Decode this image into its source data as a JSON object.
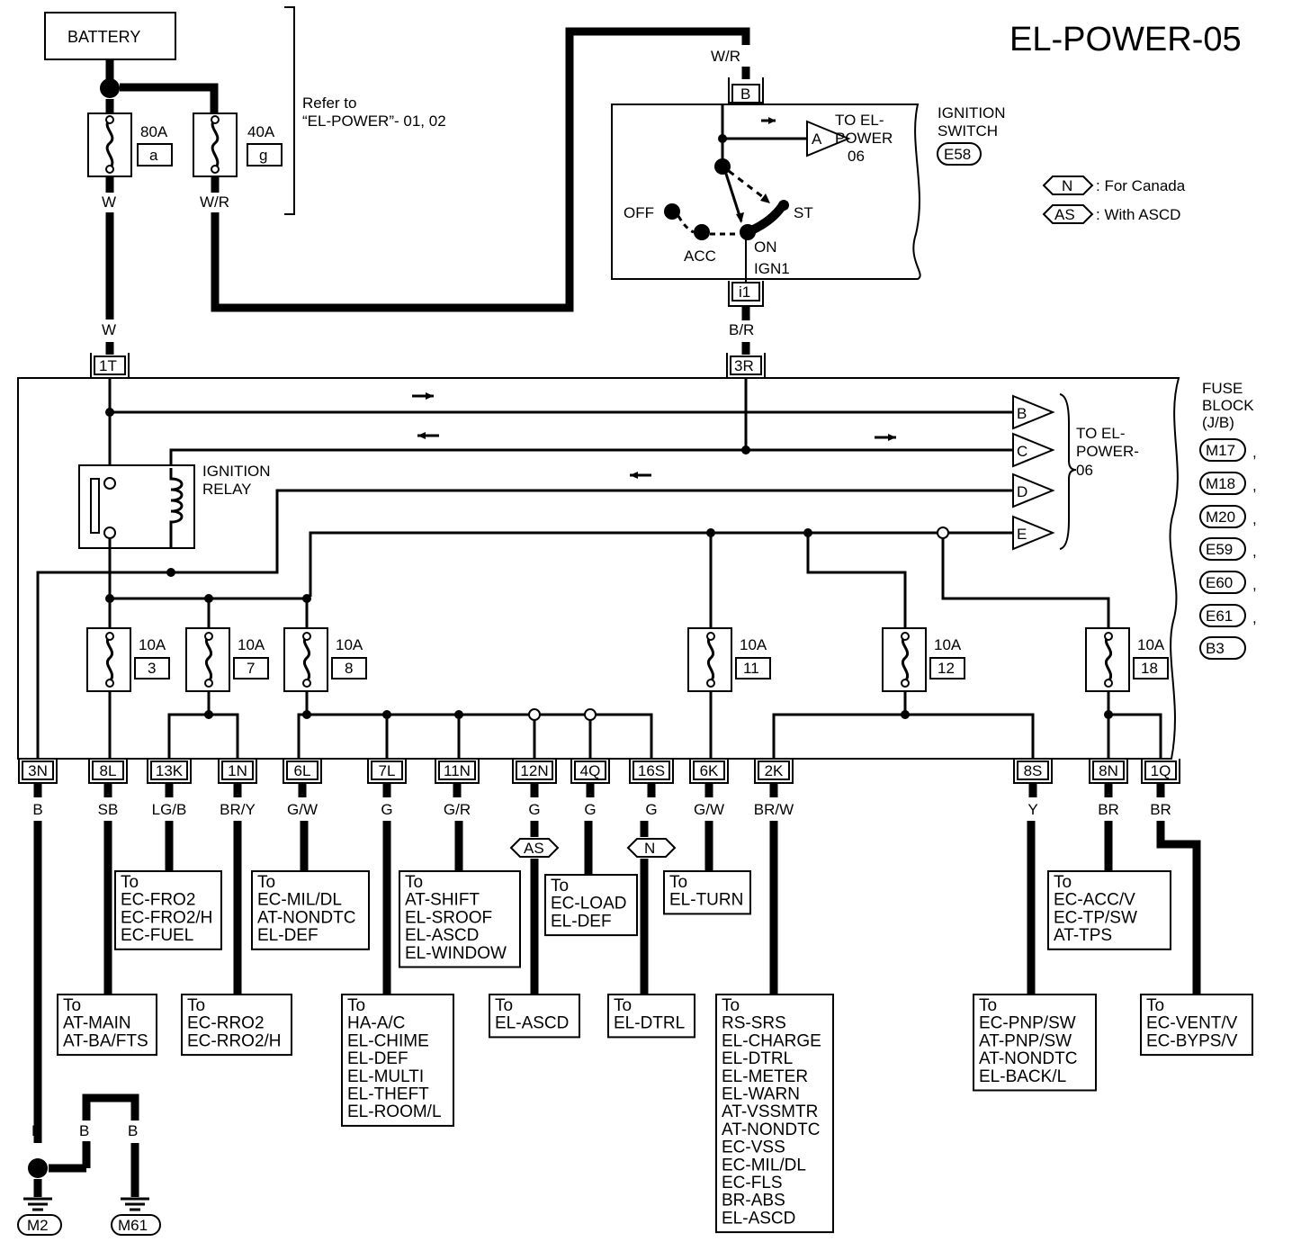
{
  "title": "EL-POWER-05",
  "battery": {
    "label": "BATTERY"
  },
  "fusible_links": [
    {
      "rating": "80A",
      "id": "a"
    },
    {
      "rating": "40A",
      "id": "g"
    }
  ],
  "refer_note": [
    "Refer to",
    "“EL-POWER”- 01, 02"
  ],
  "wire_colors_top": {
    "w1": "W",
    "wr1": "W/R",
    "w2": "W",
    "wr2": "W/R",
    "br": "B/R"
  },
  "ignition_switch": {
    "title": [
      "IGNITION",
      "SWITCH"
    ],
    "connector": "E58",
    "top_terminal": "B",
    "bottom_terminal": "i1",
    "positions": {
      "off": "OFF",
      "acc": "ACC",
      "on": "ON",
      "ign1": "IGN1",
      "st": "ST"
    },
    "to_ref": {
      "label": "A",
      "text": [
        "TO EL-",
        "POWER",
        "06"
      ]
    }
  },
  "legend": [
    {
      "symbol": "N",
      "text": ": For Canada"
    },
    {
      "symbol": "AS",
      "text": ": With ASCD"
    }
  ],
  "fuse_block": {
    "title": [
      "FUSE",
      "BLOCK",
      "(J/B)"
    ],
    "connectors": [
      "M17",
      "M18",
      "M20",
      "E59",
      "E60",
      "E61",
      "B3"
    ],
    "separators": [
      ",",
      ",",
      ",",
      ",",
      ",",
      ","
    ],
    "inputs": [
      "1T",
      "3R"
    ],
    "relay_label": [
      "IGNITION",
      "RELAY"
    ],
    "to_refs": [
      "B",
      "C",
      "D",
      "E"
    ],
    "to_text": [
      "TO EL-",
      "POWER-",
      "06"
    ],
    "fuses": [
      {
        "rating": "10A",
        "num": "3"
      },
      {
        "rating": "10A",
        "num": "7"
      },
      {
        "rating": "10A",
        "num": "8"
      },
      {
        "rating": "10A",
        "num": "11"
      },
      {
        "rating": "10A",
        "num": "12"
      },
      {
        "rating": "10A",
        "num": "18"
      }
    ]
  },
  "bottom_connectors": [
    {
      "id": "3N",
      "wire": "B"
    },
    {
      "id": "8L",
      "wire": "SB"
    },
    {
      "id": "13K",
      "wire": "LG/B"
    },
    {
      "id": "1N",
      "wire": "BR/Y"
    },
    {
      "id": "6L",
      "wire": "G/W"
    },
    {
      "id": "7L",
      "wire": "G"
    },
    {
      "id": "11N",
      "wire": "G/R"
    },
    {
      "id": "12N",
      "wire": "G"
    },
    {
      "id": "4Q",
      "wire": "G"
    },
    {
      "id": "16S",
      "wire": "G"
    },
    {
      "id": "6K",
      "wire": "G/W"
    },
    {
      "id": "2K",
      "wire": "BR/W"
    },
    {
      "id": "8S",
      "wire": "Y"
    },
    {
      "id": "8N",
      "wire": "BR"
    },
    {
      "id": "1Q",
      "wire": "BR"
    }
  ],
  "destinations": [
    {
      "lines": [
        "To",
        "EC-FRO2",
        "EC-FRO2/H",
        "EC-FUEL"
      ]
    },
    {
      "lines": [
        "To",
        "EC-MIL/DL",
        "AT-NONDTC",
        "EL-DEF"
      ]
    },
    {
      "lines": [
        "To",
        "AT-SHIFT",
        "EL-SROOF",
        "EL-ASCD",
        "EL-WINDOW"
      ]
    },
    {
      "lines": [
        "To",
        "EC-LOAD",
        "EL-DEF"
      ]
    },
    {
      "lines": [
        "To",
        "EL-TURN"
      ]
    },
    {
      "lines": [
        "To",
        "EC-ACC/V",
        "EC-TP/SW",
        "AT-TPS"
      ]
    },
    {
      "lines": [
        "To",
        "AT-MAIN",
        "AT-BA/FTS"
      ]
    },
    {
      "lines": [
        "To",
        "EC-RRO2",
        "EC-RRO2/H"
      ]
    },
    {
      "lines": [
        "To",
        "HA-A/C",
        "EL-CHIME",
        "EL-DEF",
        "EL-MULTI",
        "EL-THEFT",
        "EL-ROOM/L"
      ]
    },
    {
      "lines": [
        "To",
        "EL-ASCD"
      ]
    },
    {
      "lines": [
        "To",
        "EL-DTRL"
      ]
    },
    {
      "lines": [
        "To",
        "RS-SRS",
        "EL-CHARGE",
        "EL-DTRL",
        "EL-METER",
        "EL-WARN",
        "AT-VSSMTR",
        "AT-NONDTC",
        "EC-VSS",
        "EC-MIL/DL",
        "EC-FLS",
        "BR-ABS",
        "EL-ASCD"
      ]
    },
    {
      "lines": [
        "To",
        "EC-PNP/SW",
        "AT-PNP/SW",
        "AT-NONDTC",
        "EL-BACK/L"
      ]
    },
    {
      "lines": [
        "To",
        "EC-VENT/V",
        "EC-BYPS/V"
      ]
    }
  ],
  "option_markers": {
    "as": "AS",
    "n": "N"
  },
  "ground": {
    "wires": [
      "B",
      "B",
      "B"
    ],
    "points": [
      "M2",
      "M61"
    ]
  }
}
